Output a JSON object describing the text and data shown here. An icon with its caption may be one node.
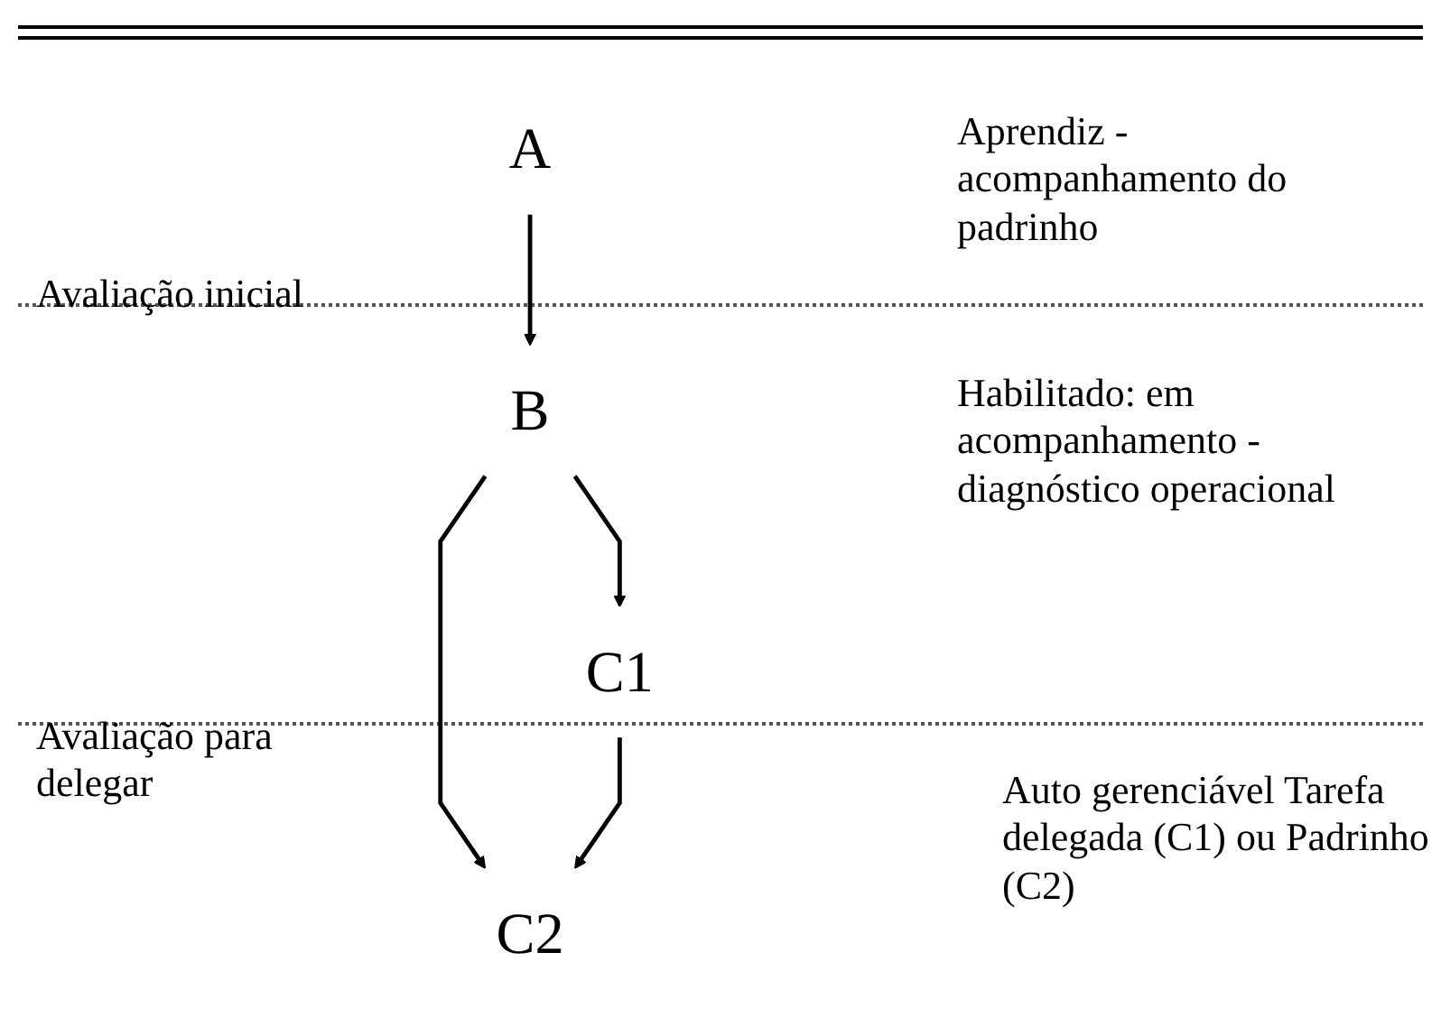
{
  "diagram": {
    "nodes": [
      {
        "text": [
          "A"
        ]
      },
      {
        "text": [
          "B"
        ]
      },
      {
        "text": [
          "C1"
        ]
      },
      {
        "text": [
          "C2"
        ]
      }
    ],
    "edges": [
      {
        "from": 0,
        "to": 1,
        "arrow": "to"
      },
      {
        "from": 1,
        "to": 2,
        "arrow": "to"
      },
      {
        "from": 1,
        "to": 3,
        "arrow": "to"
      },
      {
        "from": 2,
        "to": 3,
        "arrow": "to"
      }
    ],
    "labels": [
      "Aprendiz - acompanhamento do padrinho",
      "Avaliação inicial",
      "Habilitado: em acompanhamento - diagnóstico operacional",
      "Avaliação para delegar",
      "Auto gerenciável Tarefa delegada (C1) ou Padrinho (C2)"
    ]
  }
}
